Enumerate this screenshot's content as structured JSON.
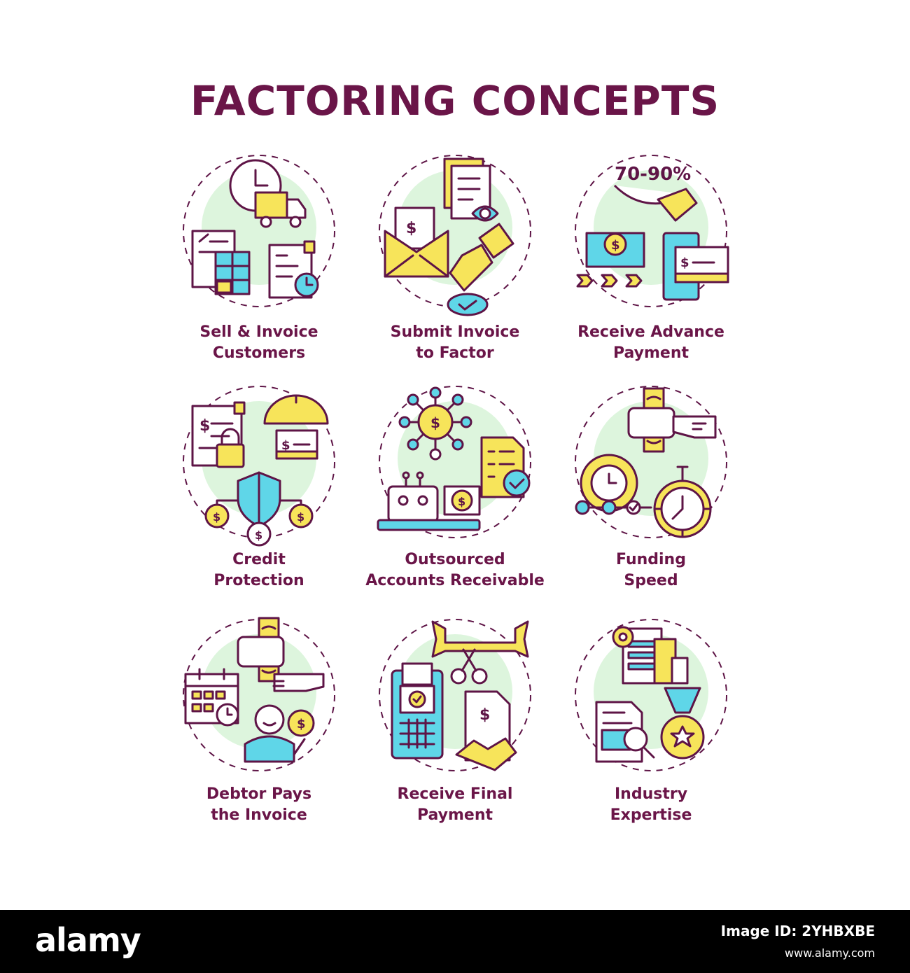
{
  "title": "FACTORING CONCEPTS",
  "tiles": [
    {
      "line1": "Sell & Invoice",
      "line2": "Customers"
    },
    {
      "line1": "Submit Invoice",
      "line2": "to Factor"
    },
    {
      "line1": "Receive Advance",
      "line2": "Payment"
    },
    {
      "line1": "Credit",
      "line2": "Protection"
    },
    {
      "line1": "Outsourced",
      "line2": "Accounts Receivable"
    },
    {
      "line1": "Funding",
      "line2": "Speed"
    },
    {
      "line1": "Debtor Pays",
      "line2": "the Invoice"
    },
    {
      "line1": "Receive Final",
      "line2": "Payment"
    },
    {
      "line1": "Industry",
      "line2": "Expertise"
    }
  ],
  "advance_rate": "70-90%",
  "footer": {
    "brand": "alamy",
    "image_id": "Image ID: 2YHBXBE",
    "site": "www.alamy.com"
  },
  "colors": {
    "accent": "#6a1548",
    "yellow": "#f7e45a",
    "cyan": "#5fd6e8",
    "green": "#ddf5dd"
  }
}
